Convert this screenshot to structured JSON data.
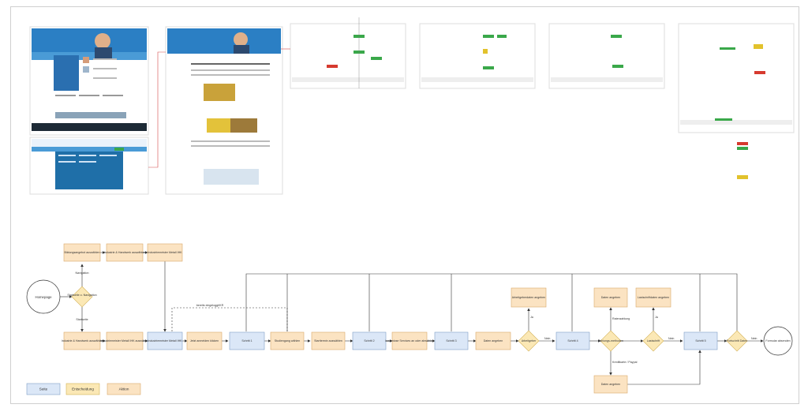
{
  "colors": {
    "page": "#dbe7f7",
    "page_stroke": "#7f9ec6",
    "action": "#fbe3c2",
    "action_stroke": "#d9a96b",
    "decision": "#fbe8b5",
    "decision_stroke": "#d3b258",
    "terminal": "#ffffff",
    "line": "#333333",
    "site_blue": "#1f77b4",
    "site_dark": "#1d2a36",
    "btn_green": "#3aa84a",
    "btn_red": "#d63a2f",
    "btn_yellow": "#e2c22c"
  },
  "flow": {
    "homepage": "Homepage",
    "startseite_decision": "Startseite o. Navigation",
    "navigation_label": "Navigation",
    "startseite_label": "Startseite",
    "bildungsangebot": "Bildungsangebot auswählen",
    "industrie_top": "Industrie & Handwerk auswählen",
    "industriemeister_top": "Industriemeister Metall IHK",
    "industrie_bottom": "Industrie & Handwerk auswählen",
    "industriemeister_select": "Industriemeister Metall IHK auswählen",
    "industriemeister_page": "Industriemeister Metall IHK",
    "jetzt_anmelden": "Jetzt anmelden klicken",
    "schritt1": "Schritt 1",
    "studiengang": "Studiengang wählen",
    "starttermin": "Starttermin auswählen",
    "schritt2": "Schritt 2",
    "services": "kostenlose Services an oder abwählen",
    "schritt3": "Schritt 3",
    "daten_angeben_1": "Daten angeben",
    "arbeitgeber": "Arbeitgeber",
    "arbeitgeberdaten": "Arbeitgeberdaten angeben",
    "schritt4": "Schritt 4",
    "zahlungsmethoden": "Zahlungs-methoden",
    "daten_angeben_2": "Daten angeben",
    "daten_angeben_3": "Daten angeben",
    "rechnung_label": "Ratenzahlung",
    "kredit_label": "Kreditkarte / Paypal",
    "lastschrift": "Lastschrift",
    "lastschriftdaten": "Lastschriftdaten angeben",
    "schritt5": "Schritt 5",
    "fortschritt": "Fortschritt Daten",
    "formular": "Formular absenden",
    "bereits_label": "bereits eingeloggt/KR",
    "ja1": "Ja",
    "nein1": "Nein",
    "nein2": "Nein",
    "ja2": "Ja",
    "nein3": "Nein"
  },
  "legend": {
    "seite": "Seite",
    "entscheidung": "Entscheidung",
    "aktion": "Aktion"
  }
}
